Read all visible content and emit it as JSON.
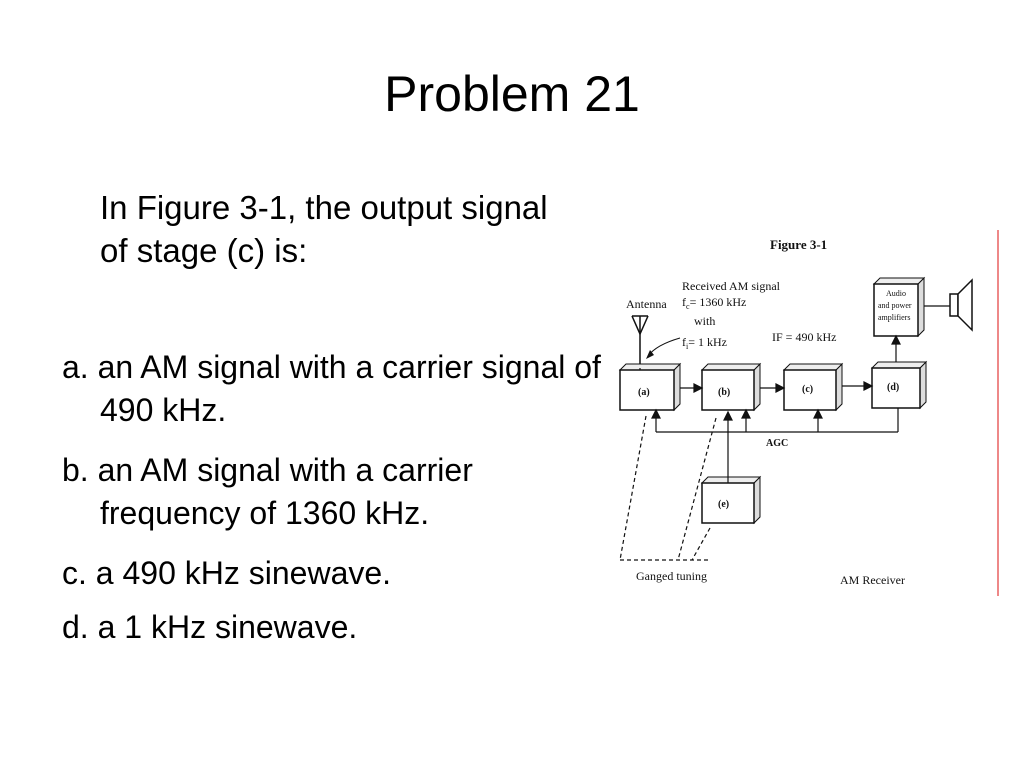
{
  "slide": {
    "title": "Problem 21",
    "question": "In Figure 3-1, the output signal of stage (c) is:",
    "options": [
      "a. an AM signal with a carrier signal of 490 kHz.",
      "b. an AM signal with a carrier frequency of 1360 kHz.",
      "c. a 490 kHz sinewave.",
      "d. a 1 kHz sinewave."
    ]
  },
  "figure": {
    "title": "Figure 3-1",
    "antenna_label": "Antenna",
    "received_line1": "Received AM signal",
    "received_fc": "= 1360 kHz",
    "received_with": "with",
    "received_fi": "= 1 kHz",
    "if_label": "IF = 490 kHz",
    "audio_line1": "Audio",
    "audio_line2": "and power",
    "audio_line3": "amplifiers",
    "block_a": "(a)",
    "block_b": "(b)",
    "block_c": "(c)",
    "block_d": "(d)",
    "block_e": "(e)",
    "agc_label": "AGC",
    "ganged_label": "Ganged tuning",
    "receiver_label": "AM Receiver"
  }
}
